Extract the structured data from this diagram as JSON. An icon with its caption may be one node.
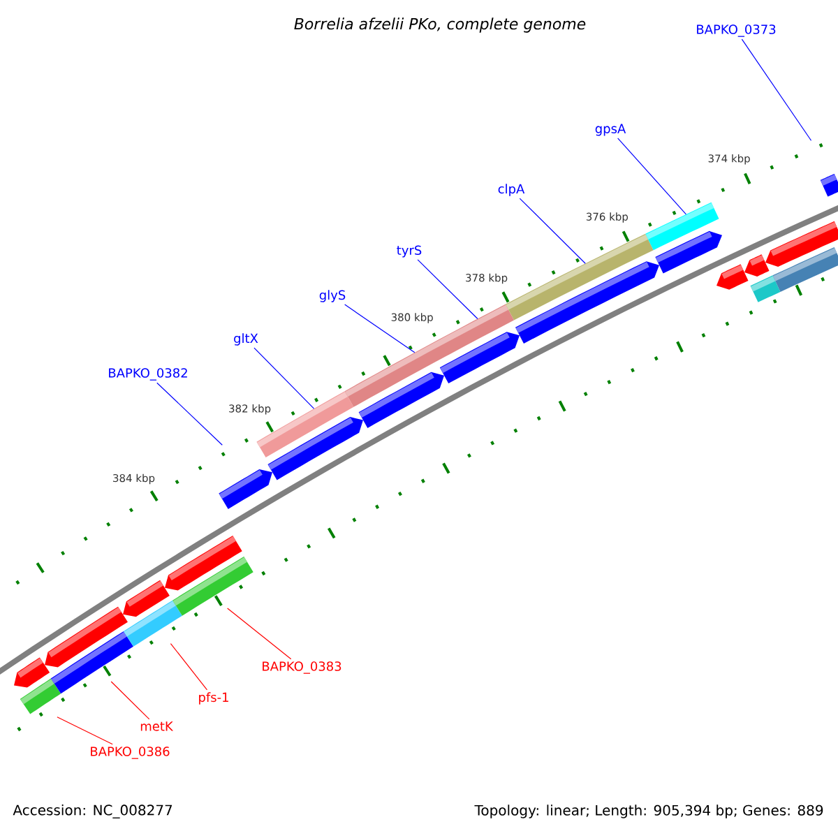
{
  "diagram": {
    "title": "Borrelia afzelii PKo, complete genome",
    "nodes": [
      {
        "text": [
          "BAPKO_0373"
        ]
      },
      {
        "text": [
          "gpsA"
        ]
      },
      {
        "text": [
          "clpA"
        ]
      },
      {
        "text": [
          "tyrS"
        ]
      },
      {
        "text": [
          "glyS"
        ]
      },
      {
        "text": [
          "gltX"
        ]
      },
      {
        "text": [
          "BAPKO_0382"
        ]
      },
      {
        "text": [
          "BAPKO_0383"
        ]
      },
      {
        "text": [
          "pfs-1"
        ]
      },
      {
        "text": [
          "metK"
        ]
      },
      {
        "text": [
          "BAPKO_0386"
        ]
      },
      {
        "text": [],
        "shape": "arrow"
      },
      {
        "text": [],
        "shape": "arrow"
      },
      {
        "text": [],
        "shape": "arrow"
      },
      {
        "text": [],
        "shape": "arrow"
      },
      {
        "text": [],
        "shape": "arrow"
      },
      {
        "text": [],
        "shape": "arrow"
      },
      {
        "text": [],
        "shape": "bar"
      },
      {
        "text": [],
        "shape": "bar"
      },
      {
        "text": [],
        "shape": "bar"
      },
      {
        "text": [],
        "shape": "bar"
      },
      {
        "text": [],
        "shape": "bar"
      },
      {
        "text": [],
        "shape": "arrow"
      },
      {
        "text": [],
        "shape": "arrow"
      },
      {
        "text": [],
        "shape": "arrow"
      },
      {
        "text": [],
        "shape": "arrow"
      },
      {
        "text": [],
        "shape": "arrow"
      },
      {
        "text": [],
        "shape": "arrow"
      },
      {
        "text": [],
        "shape": "arrow"
      },
      {
        "text": [],
        "shape": "bar"
      },
      {
        "text": [],
        "shape": "bar"
      },
      {
        "text": [],
        "shape": "bar"
      },
      {
        "text": [],
        "shape": "bar"
      },
      {
        "text": [],
        "shape": "bar"
      },
      {
        "text": [],
        "shape": "bar"
      }
    ],
    "edges": [
      {
        "from": 0,
        "to": null,
        "arrow": "none"
      },
      {
        "from": 1,
        "to": 21,
        "arrow": "none"
      },
      {
        "from": 2,
        "to": 20,
        "arrow": "none"
      },
      {
        "from": 3,
        "to": 19,
        "arrow": "none"
      },
      {
        "from": 4,
        "to": 19,
        "arrow": "none"
      },
      {
        "from": 5,
        "to": 18,
        "arrow": "none"
      },
      {
        "from": 6,
        "to": null,
        "arrow": "none"
      },
      {
        "from": 7,
        "to": null,
        "arrow": "none",
        "color": "#ff0000"
      },
      {
        "from": 8,
        "to": null,
        "arrow": "none",
        "color": "#ff0000"
      },
      {
        "from": 9,
        "to": null,
        "arrow": "none",
        "color": "#ff0000"
      },
      {
        "from": 10,
        "to": null,
        "arrow": "none",
        "color": "#ff0000"
      }
    ],
    "labels": [
      "374 kbp",
      "376 kbp",
      "378 kbp",
      "380 kbp",
      "382 kbp",
      "384 kbp",
      "Accession: NC_008277",
      "Topology: linear; Length: 905,394 bp; Genes: 889"
    ]
  }
}
